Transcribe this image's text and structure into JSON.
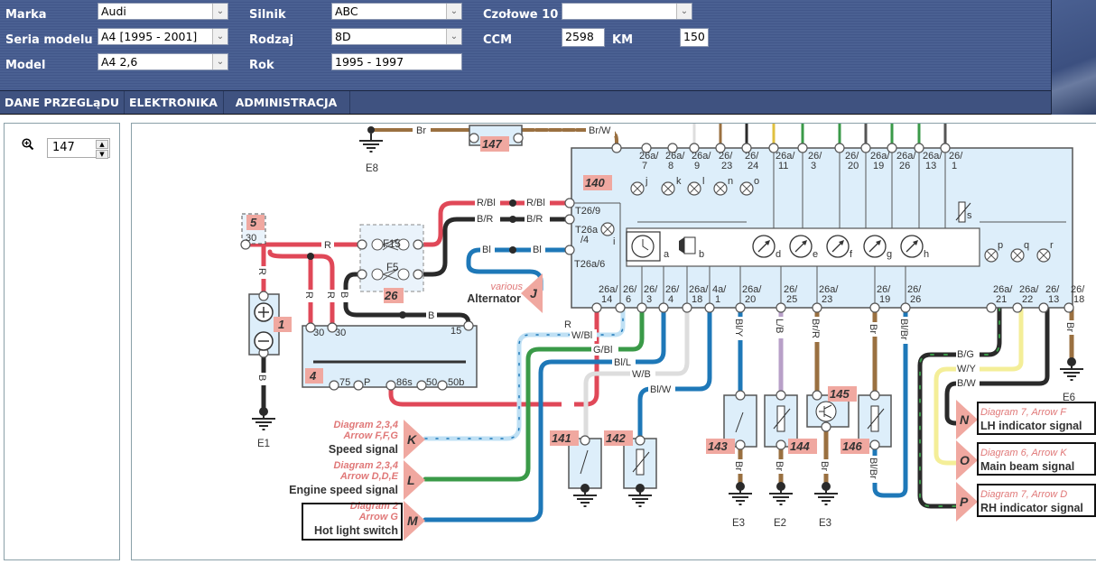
{
  "header": {
    "fields": {
      "marka": {
        "label": "Marka",
        "value": "Audi"
      },
      "seria_modelu": {
        "label": "Seria modelu",
        "value": "A4 [1995 - 2001]"
      },
      "model": {
        "label": "Model",
        "value": "A4 2,6"
      },
      "silnik": {
        "label": "Silnik",
        "value": "ABC"
      },
      "rodzaj": {
        "label": "Rodzaj",
        "value": "8D"
      },
      "rok": {
        "label": "Rok",
        "value": "1995 - 1997"
      },
      "czolowe10": {
        "label": "Czołowe 10",
        "value": ""
      },
      "ccm": {
        "label": "CCM",
        "value": "2598"
      },
      "km": {
        "label": "KM",
        "value": "150"
      }
    },
    "dropdown_arrow": "chevron-down-icon"
  },
  "nav": {
    "items": [
      {
        "label": "DANE PRZEGLąDU"
      },
      {
        "label": "ELEKTRONIKA"
      },
      {
        "label": "ADMINISTRACJA"
      }
    ]
  },
  "sidebar": {
    "zoom_icon": "zoom-in-icon",
    "zoom_value": "147"
  },
  "diagram": {
    "components": {
      "c1": "1",
      "c4": "4",
      "c5": "5",
      "c26": "26",
      "c140": "140",
      "c141": "141",
      "c142": "142",
      "c143": "143",
      "c144": "144",
      "c145": "145",
      "c146": "146",
      "c147": "147"
    },
    "fuses": {
      "f15": "F15",
      "f5": "F5"
    },
    "grounds": {
      "e1": "E1",
      "e2": "E2",
      "e3a": "E3",
      "e3b": "E3",
      "e6": "E6",
      "e8": "E8"
    },
    "wires": {
      "br_top": "Br",
      "brw_top": "Br/W",
      "r_main": "R",
      "r_v1": "R",
      "r_v2": "R",
      "r_v3": "R",
      "b_v": "B",
      "b_h": "B",
      "b_batt": "B",
      "rbl1": "R/Bl",
      "rbl2": "R/Bl",
      "br1": "B/R",
      "br2": "B/R",
      "bl1": "Bl",
      "bl2": "Bl",
      "r_bottom": "R",
      "wbl": "W/Bl",
      "gbl": "G/Bl",
      "bll": "Bl/L",
      "wb": "W/B",
      "blw": "Bl/W",
      "bly": "Bl/Y",
      "lb": "L/B",
      "brr": "Br/R",
      "br_146": "Br",
      "blbr": "Bl/Br",
      "blbr2": "Bl/Br",
      "br_143": "Br",
      "br_144": "Br",
      "br_145": "Br",
      "br_e6": "Br",
      "bg": "B/G",
      "wy": "W/Y",
      "bw": "B/W"
    },
    "ignition_terminals": {
      "t30a": "30",
      "t30b": "30",
      "t15": "15",
      "t75": "75",
      "tP": "P",
      "t86s": "86s",
      "t50": "50",
      "t50b": "50b",
      "t30_5": "30"
    },
    "cluster_top_pins": [
      {
        "l1": "26a/",
        "l2": "7"
      },
      {
        "l1": "26a/",
        "l2": "8"
      },
      {
        "l1": "26a/",
        "l2": "9"
      },
      {
        "l1": "26/",
        "l2": "23"
      },
      {
        "l1": "26/",
        "l2": "24"
      },
      {
        "l1": "26a/",
        "l2": "11"
      },
      {
        "l1": "26/",
        "l2": "3"
      },
      {
        "l1": "26/",
        "l2": "20"
      },
      {
        "l1": "26a/",
        "l2": "19"
      },
      {
        "l1": "26a/",
        "l2": "26"
      },
      {
        "l1": "26a/",
        "l2": "13"
      },
      {
        "l1": "26/",
        "l2": "1"
      }
    ],
    "cluster_bottom_pins": [
      {
        "l1": "26a/",
        "l2": "14"
      },
      {
        "l1": "26/",
        "l2": "6"
      },
      {
        "l1": "26/",
        "l2": "3"
      },
      {
        "l1": "26/",
        "l2": "4"
      },
      {
        "l1": "26a/",
        "l2": "18"
      },
      {
        "l1": "4a/",
        "l2": "1"
      },
      {
        "l1": "26a/",
        "l2": "20"
      },
      {
        "l1": "26/",
        "l2": "25"
      },
      {
        "l1": "26a/",
        "l2": "23"
      },
      {
        "l1": "26/",
        "l2": "19"
      },
      {
        "l1": "26/",
        "l2": "26"
      },
      {
        "l1": "26a/",
        "l2": "21"
      },
      {
        "l1": "26a/",
        "l2": "22"
      },
      {
        "l1": "26/",
        "l2": "13"
      },
      {
        "l1": "26/",
        "l2": "18"
      }
    ],
    "cluster_side_pins": {
      "t26_9": "T26/9",
      "t26a_4a": "T26a",
      "t26a_4b": "/4",
      "t26a_6": "T26a/6"
    },
    "lamp_letters": [
      "j",
      "k",
      "l",
      "n",
      "o",
      "i",
      "p",
      "q",
      "r"
    ],
    "gauge_letters": [
      "a",
      "b",
      "d",
      "e",
      "f",
      "g",
      "h",
      "s"
    ],
    "connectors": [
      {
        "letter": "J",
        "ref": "various",
        "name": "Alternator"
      },
      {
        "letter": "K",
        "ref1": "Diagram 2,3,4",
        "ref2": "Arrow F,F,G",
        "name": "Speed signal"
      },
      {
        "letter": "L",
        "ref1": "Diagram 2,3,4",
        "ref2": "Arrow D,D,E",
        "name": "Engine speed signal"
      },
      {
        "letter": "M",
        "ref1": "Diagram 2",
        "ref2": "Arrow G",
        "name": "Hot light switch"
      },
      {
        "letter": "N",
        "ref": "Diagram 7, Arrow F",
        "name": "LH indicator signal"
      },
      {
        "letter": "O",
        "ref": "Diagram 6, Arrow K",
        "name": "Main beam signal"
      },
      {
        "letter": "P",
        "ref": "Diagram 7, Arrow D",
        "name": "RH indicator signal"
      }
    ],
    "colors": {
      "red": "#e04858",
      "black": "#2a2a2a",
      "blue": "#1e78b8",
      "green": "#3a9a48",
      "brown": "#9a7040",
      "lilac": "#b8a0c8",
      "label_bg": "#f0a8a0",
      "label_ref": "#e07878",
      "box_fill": "#ddeefa"
    }
  }
}
